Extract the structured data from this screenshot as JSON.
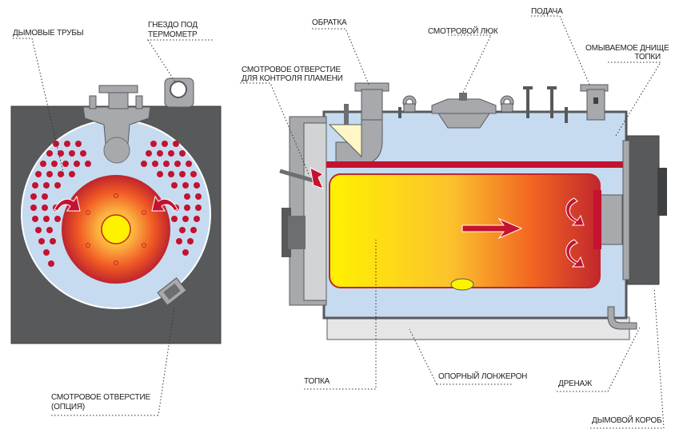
{
  "colors": {
    "shell": "#58595b",
    "shell_dark": "#3f4042",
    "water": "#c6dbf0",
    "tube": "#c41230",
    "flame_core": "#fff200",
    "flame_edge": "#d7141e",
    "base": "#e6e6e6",
    "metal": "#a7a9ac",
    "leader": "#333333"
  },
  "labels": {
    "smoke_tubes": "ДЫМОВЫЕ ТРУБЫ",
    "thermo_socket_1": "ГНЕЗДО ПОД",
    "thermo_socket_2": "ТЕРМОМЕТР",
    "flame_port_1": "СМОТРОВОЕ ОТВЕРСТИЕ",
    "flame_port_2": "ДЛЯ КОНТРОЛЯ ПЛАМЕНИ",
    "return_line": "ОБРАТКА",
    "manhole": "СМОТРОВОЙ ЛЮК",
    "supply": "ПОДАЧА",
    "washed_bottom_1": "ОМЫВАЕМОЕ ДНИЩЕ",
    "washed_bottom_2": "ТОПКИ",
    "sight_hole_1": "СМОТРОВОЕ ОТВЕРСТИЕ",
    "sight_hole_2": "(ОПЦИЯ)",
    "furnace": "ТОПКА",
    "support_beam": "ОПОРНЫЙ ЛОНЖЕРОН",
    "drain": "ДРЕНАЖ",
    "smoke_box": "ДЫМОВОЙ КОРОБ"
  }
}
